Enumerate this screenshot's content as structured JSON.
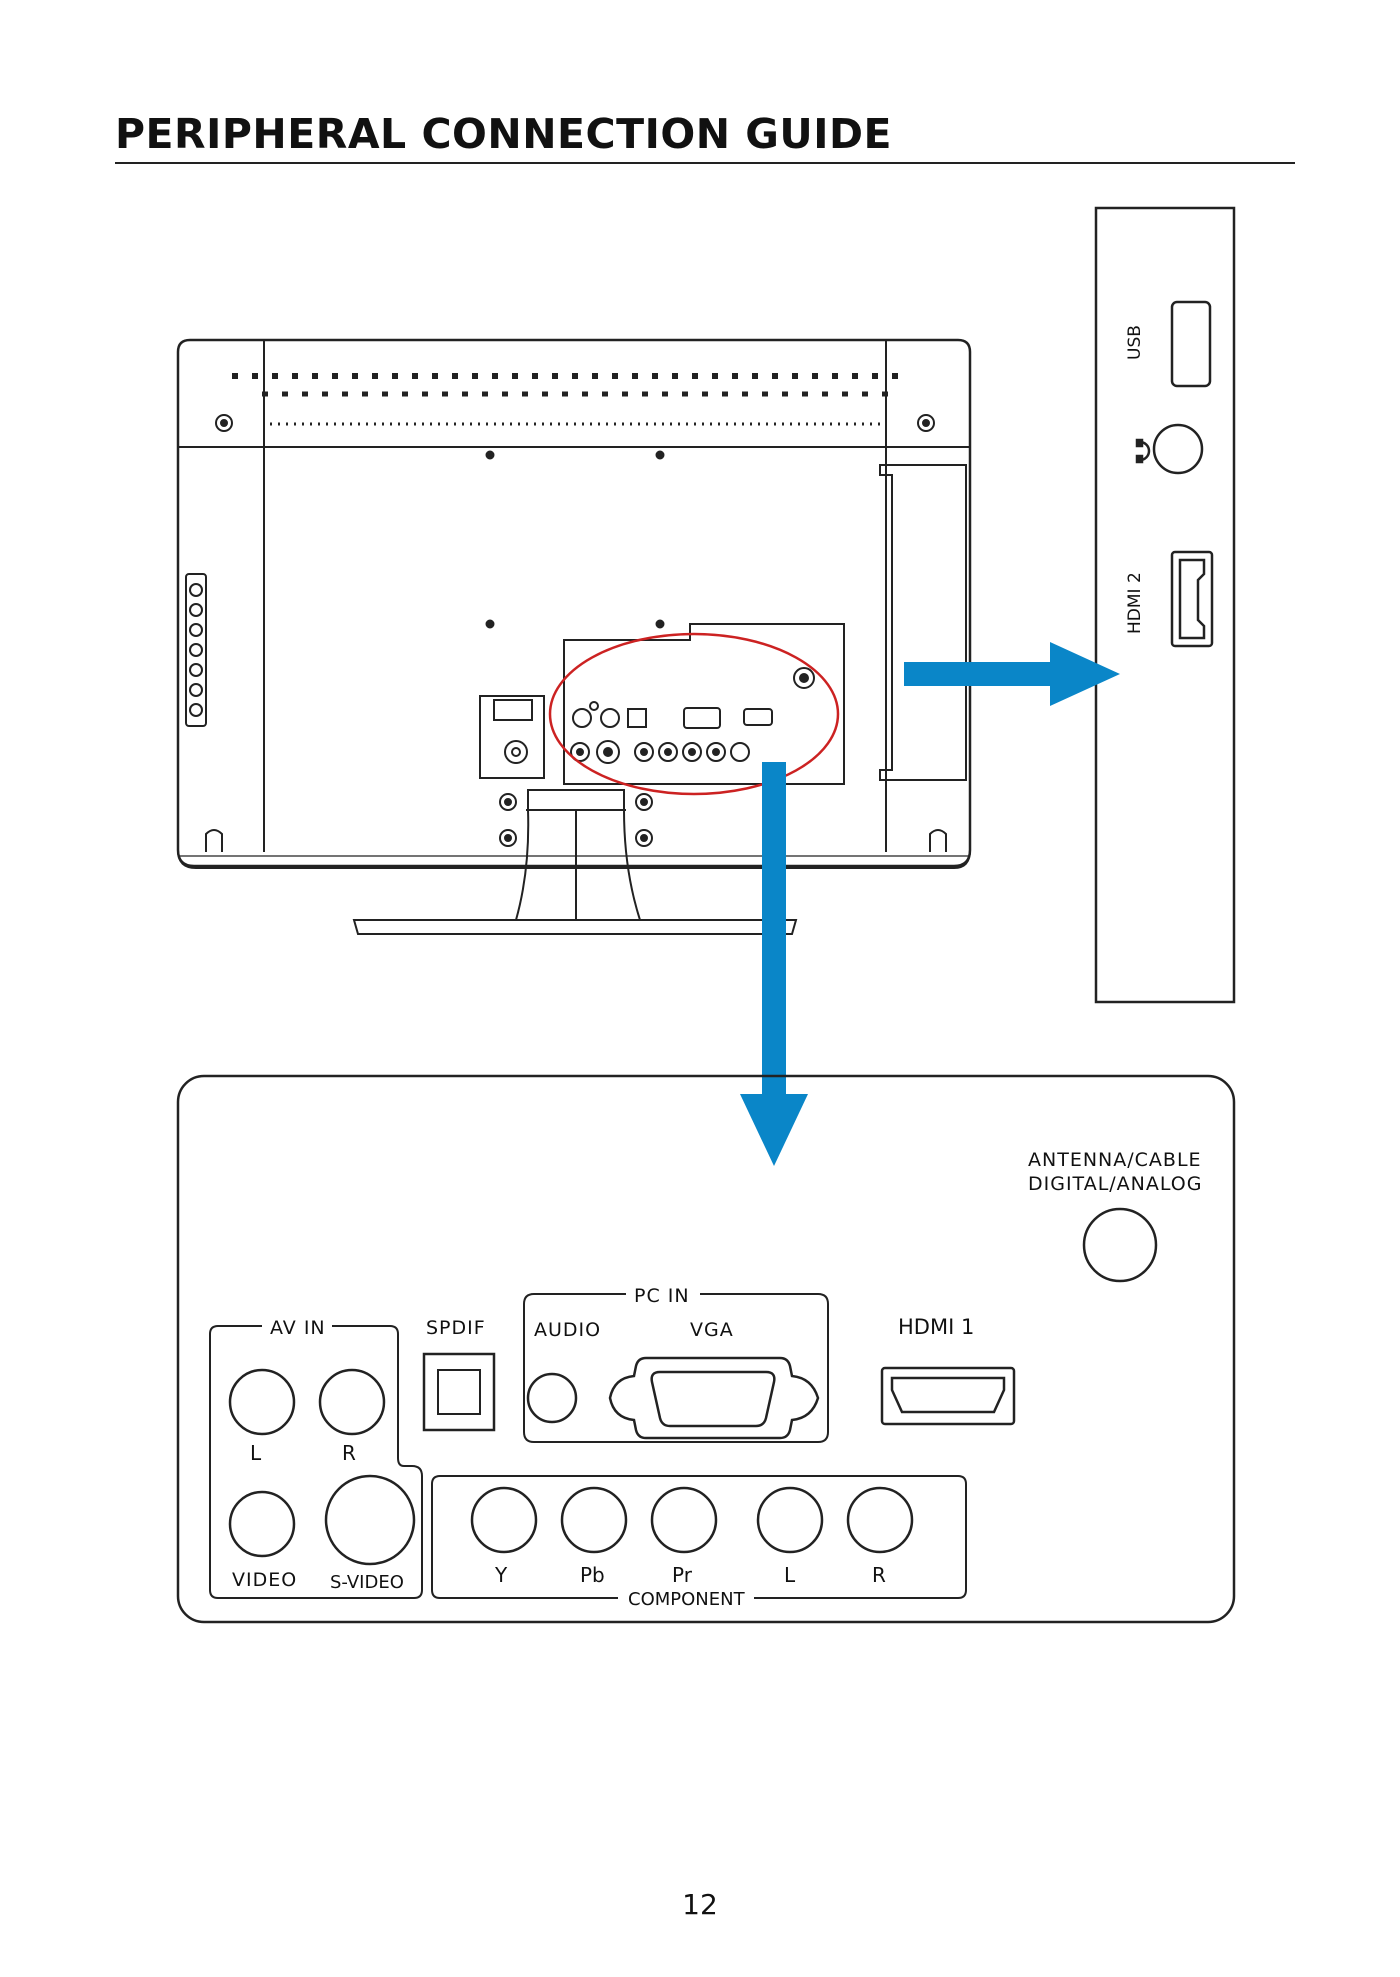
{
  "page": {
    "title": "PERIPHERAL CONNECTION GUIDE",
    "page_number": "12"
  },
  "side_panel": {
    "usb": "USB",
    "hdmi2": "HDMI 2"
  },
  "rear_panel": {
    "antenna_line1": "ANTENNA/CABLE",
    "antenna_line2": "DIGITAL/ANALOG",
    "av_in": "AV IN",
    "av_l": "L",
    "av_r": "R",
    "video": "VIDEO",
    "svideo": "S-VIDEO",
    "spdif": "SPDIF",
    "pc_in": "PC IN",
    "audio": "AUDIO",
    "vga": "VGA",
    "hdmi1": "HDMI 1",
    "comp_y": "Y",
    "comp_pb": "Pb",
    "comp_pr": "Pr",
    "comp_l": "L",
    "comp_r": "R",
    "component": "COMPONENT"
  },
  "colors": {
    "arrow": "#0a86c8",
    "highlight": "#cc2222",
    "line": "#222222"
  },
  "icons": [
    "headphone-icon",
    "arrow-right",
    "arrow-down"
  ]
}
